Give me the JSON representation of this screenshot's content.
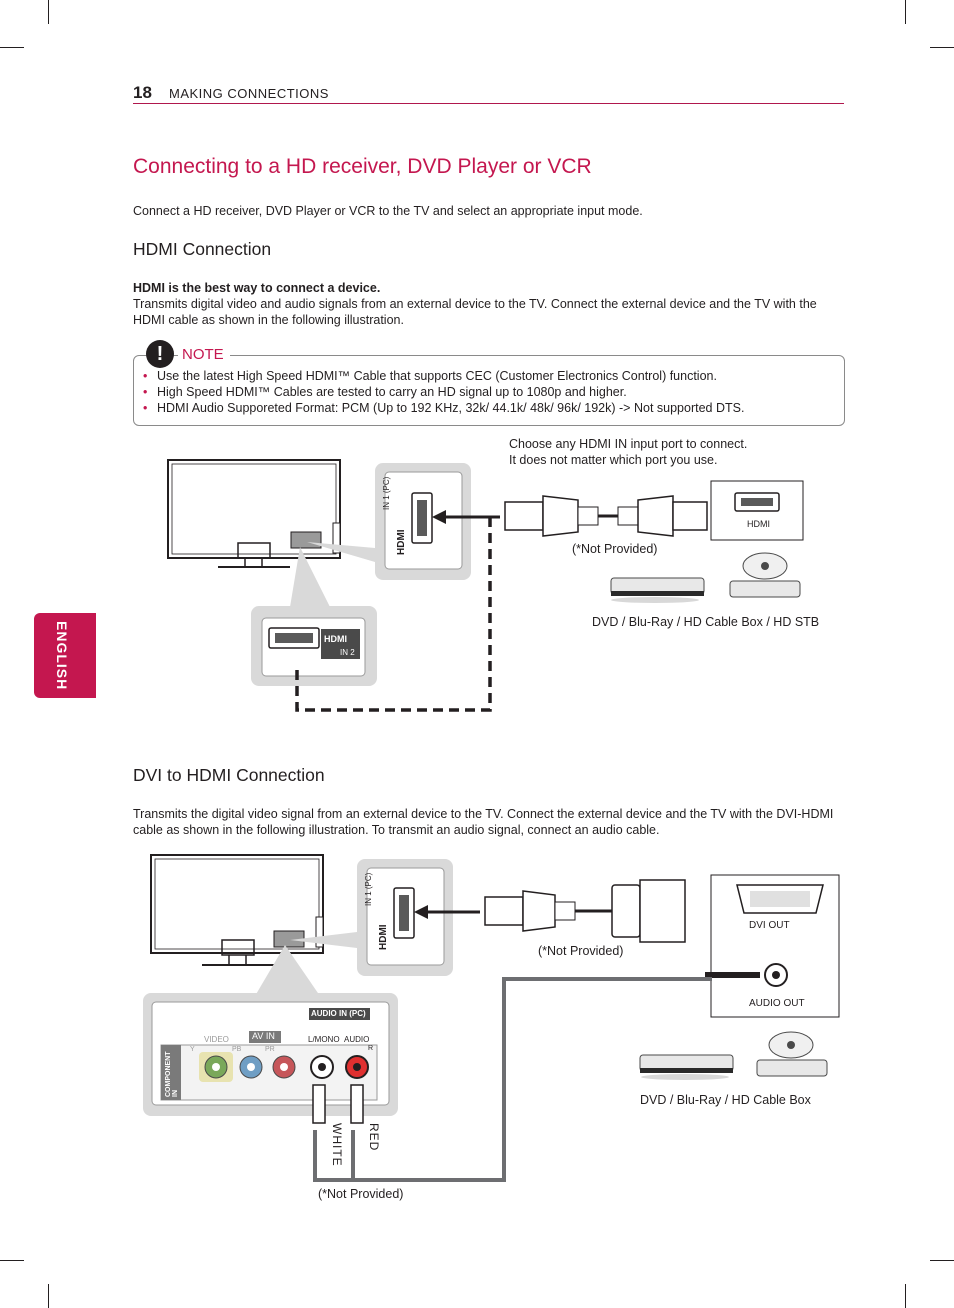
{
  "header": {
    "page_number": "18",
    "section": "MAKING CONNECTIONS"
  },
  "side_tab": "ENGLISH",
  "title": "Connecting to a HD receiver, DVD Player or VCR",
  "intro": "Connect a HD receiver, DVD Player or VCR to the TV and select an appropriate input mode.",
  "hdmi": {
    "heading": "HDMI Connection",
    "subheading": "HDMI is the best way to connect a device.",
    "description": "Transmits digital video and audio signals from an external device to the TV. Connect the external device and the TV with the HDMI cable as shown in the following illustration.",
    "note_label": "NOTE",
    "note_icon": "!",
    "notes": [
      "Use the latest High Speed HDMI™ Cable that supports CEC (Customer Electronics Control) function.",
      "High Speed HDMI™ Cables are tested to carry an HD signal up to 1080p and higher.",
      "HDMI Audio Supporeted Format: PCM (Up to 192 KHz, 32k/ 44.1k/ 48k/ 96k/ 192k) -> Not supported DTS."
    ],
    "diagram": {
      "port_tip_line1": "Choose any HDMI IN input port to connect.",
      "port_tip_line2": "It does not matter which port you use.",
      "port1_label": "IN 1 (PC)",
      "port2_label": "IN 2",
      "hdmi_logo": "HDMI",
      "device_port_label": "HDMI",
      "cable_note": "(*Not Provided)",
      "device_caption": "DVD / Blu-Ray / HD Cable Box / HD STB"
    }
  },
  "dvi": {
    "heading": "DVI to HDMI Connection",
    "description": "Transmits the digital video signal from an external device to the TV. Connect the external device and the TV with the DVI-HDMI cable as shown in the following illustration. To transmit an audio signal, connect an audio cable.",
    "diagram": {
      "port_label": "IN 1 (PC)",
      "hdmi_logo": "HDMI",
      "dvi_out": "DVI OUT",
      "audio_out": "AUDIO OUT",
      "cable_note_top": "(*Not Provided)",
      "cable_note_bottom": "(*Not Provided)",
      "audio_in_pc": "AUDIO IN (PC)",
      "av_in": "AV IN",
      "video": "VIDEO",
      "l_mono": "L/MONO",
      "audio": "AUDIO",
      "r": "R",
      "y": "Y",
      "pb": "PB",
      "pr": "PR",
      "component_in": "COMPONENT IN",
      "white": "WHITE",
      "red": "RED",
      "device_caption": "DVD / Blu-Ray / HD Cable Box"
    }
  },
  "colors": {
    "accent": "#c4174f",
    "panel_gray": "#d9d9d9",
    "text": "#231f20"
  }
}
